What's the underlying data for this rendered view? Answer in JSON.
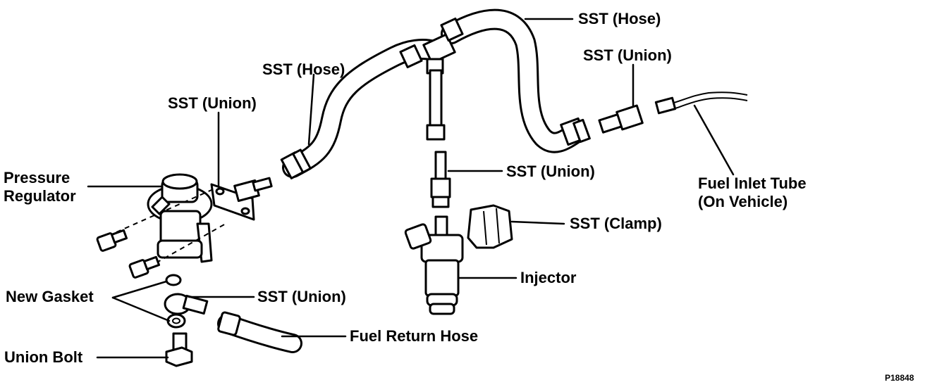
{
  "labels": {
    "sst_hose_top": "SST (Hose)",
    "sst_union_top_right": "SST (Union)",
    "sst_hose_left": "SST (Hose)",
    "sst_union_left": "SST (Union)",
    "pressure_regulator_line1": "Pressure",
    "pressure_regulator_line2": "Regulator",
    "sst_union_injector": "SST (Union)",
    "fuel_inlet_tube_line1": "Fuel Inlet Tube",
    "fuel_inlet_tube_line2": "(On Vehicle)",
    "sst_clamp": "SST (Clamp)",
    "injector": "Injector",
    "new_gasket": "New Gasket",
    "sst_union_bottom": "SST (Union)",
    "fuel_return_hose": "Fuel Return Hose",
    "union_bolt": "Union Bolt"
  },
  "figure_id": "P18848"
}
